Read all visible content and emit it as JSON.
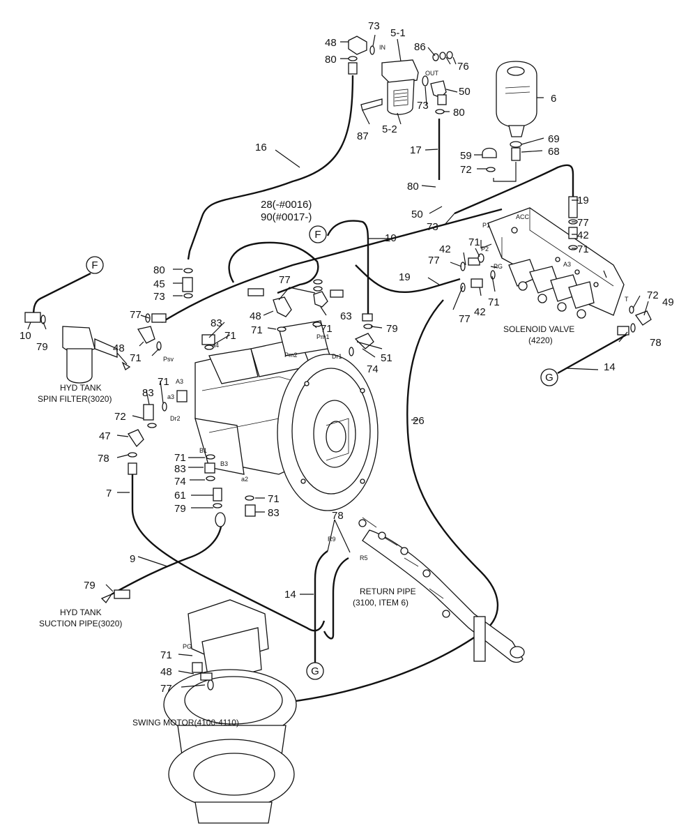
{
  "callouts": [
    {
      "id": "c48a",
      "text": "48"
    },
    {
      "id": "c80a",
      "text": "80"
    },
    {
      "id": "c73a",
      "text": "73"
    },
    {
      "id": "c51h",
      "text": "5-1"
    },
    {
      "id": "c86",
      "text": "86"
    },
    {
      "id": "c76",
      "text": "76"
    },
    {
      "id": "c50a",
      "text": "50"
    },
    {
      "id": "c73b",
      "text": "73"
    },
    {
      "id": "c80b",
      "text": "80"
    },
    {
      "id": "c87",
      "text": "87"
    },
    {
      "id": "c52h",
      "text": "5-2"
    },
    {
      "id": "c6",
      "text": "6"
    },
    {
      "id": "c69",
      "text": "69"
    },
    {
      "id": "c68",
      "text": "68"
    },
    {
      "id": "c16",
      "text": "16"
    },
    {
      "id": "c17",
      "text": "17"
    },
    {
      "id": "c59",
      "text": "59"
    },
    {
      "id": "c72a",
      "text": "72"
    },
    {
      "id": "c80c",
      "text": "80"
    },
    {
      "id": "c19a",
      "text": "19"
    },
    {
      "id": "c50b",
      "text": "50"
    },
    {
      "id": "c73c",
      "text": "73"
    },
    {
      "id": "c77a",
      "text": "77"
    },
    {
      "id": "c42a",
      "text": "42"
    },
    {
      "id": "c71a",
      "text": "71"
    },
    {
      "id": "c28",
      "text": "28(-#0016)"
    },
    {
      "id": "c90",
      "text": "90(#0017-)"
    },
    {
      "id": "c10a",
      "text": "10"
    },
    {
      "id": "c80d",
      "text": "80"
    },
    {
      "id": "c45",
      "text": "45"
    },
    {
      "id": "c73d",
      "text": "73"
    },
    {
      "id": "c42b",
      "text": "42"
    },
    {
      "id": "c71b",
      "text": "71"
    },
    {
      "id": "c77b",
      "text": "77"
    },
    {
      "id": "c19b",
      "text": "19"
    },
    {
      "id": "c77c",
      "text": "77"
    },
    {
      "id": "c48b",
      "text": "48"
    },
    {
      "id": "c63",
      "text": "63"
    },
    {
      "id": "c72b",
      "text": "72"
    },
    {
      "id": "c49",
      "text": "49"
    },
    {
      "id": "c77d",
      "text": "77"
    },
    {
      "id": "c42c",
      "text": "42"
    },
    {
      "id": "c71c",
      "text": "71"
    },
    {
      "id": "c10b",
      "text": "10"
    },
    {
      "id": "c79a",
      "text": "79"
    },
    {
      "id": "c77e",
      "text": "77"
    },
    {
      "id": "c71d",
      "text": "71"
    },
    {
      "id": "c71e",
      "text": "71"
    },
    {
      "id": "c79b",
      "text": "79"
    },
    {
      "id": "c83a",
      "text": "83"
    },
    {
      "id": "c71f",
      "text": "71"
    },
    {
      "id": "c48c",
      "text": "48"
    },
    {
      "id": "c71g",
      "text": "71"
    },
    {
      "id": "c78a",
      "text": "78"
    },
    {
      "id": "c74a",
      "text": "74"
    },
    {
      "id": "c51",
      "text": "51"
    },
    {
      "id": "c14a",
      "text": "14"
    },
    {
      "id": "c83b",
      "text": "83"
    },
    {
      "id": "c71h",
      "text": "71"
    },
    {
      "id": "c72c",
      "text": "72"
    },
    {
      "id": "c47",
      "text": "47"
    },
    {
      "id": "c26",
      "text": "26"
    },
    {
      "id": "c78b",
      "text": "78"
    },
    {
      "id": "c71i",
      "text": "71"
    },
    {
      "id": "c83c",
      "text": "83"
    },
    {
      "id": "c74b",
      "text": "74"
    },
    {
      "id": "c7",
      "text": "7"
    },
    {
      "id": "c61",
      "text": "61"
    },
    {
      "id": "c79c",
      "text": "79"
    },
    {
      "id": "c71j",
      "text": "71"
    },
    {
      "id": "c83d",
      "text": "83"
    },
    {
      "id": "c78c",
      "text": "78"
    },
    {
      "id": "c9",
      "text": "9"
    },
    {
      "id": "c79d",
      "text": "79"
    },
    {
      "id": "c14b",
      "text": "14"
    },
    {
      "id": "c71k",
      "text": "71"
    },
    {
      "id": "c48d",
      "text": "48"
    },
    {
      "id": "c77f",
      "text": "77"
    }
  ],
  "ports": [
    {
      "id": "pIN",
      "text": "IN"
    },
    {
      "id": "pOUT",
      "text": "OUT"
    },
    {
      "id": "pACC",
      "text": "ACC"
    },
    {
      "id": "pP1",
      "text": "P1"
    },
    {
      "id": "pP2",
      "text": "P2"
    },
    {
      "id": "pPG",
      "text": "PG"
    },
    {
      "id": "pA3b",
      "text": "A3"
    },
    {
      "id": "pT",
      "text": "T"
    },
    {
      "id": "pPm1",
      "text": "Pm1"
    },
    {
      "id": "pPm2",
      "text": "Pm2"
    },
    {
      "id": "pDr1",
      "text": "Dr1"
    },
    {
      "id": "pPsv",
      "text": "Psv"
    },
    {
      "id": "pa4",
      "text": "a4"
    },
    {
      "id": "pA3",
      "text": "A3"
    },
    {
      "id": "pa3",
      "text": "a3"
    },
    {
      "id": "pDr2",
      "text": "Dr2"
    },
    {
      "id": "pB1",
      "text": "B1"
    },
    {
      "id": "pB3",
      "text": "B3"
    },
    {
      "id": "pa2",
      "text": "a2"
    },
    {
      "id": "pR9",
      "text": "R9"
    },
    {
      "id": "pR5",
      "text": "R5"
    },
    {
      "id": "pPG2",
      "text": "PG"
    }
  ],
  "connectors": [
    {
      "id": "F1",
      "text": "F"
    },
    {
      "id": "F2",
      "text": "F"
    },
    {
      "id": "G1",
      "text": "G"
    },
    {
      "id": "G2",
      "text": "G"
    }
  ],
  "labels": {
    "solenoid_1": "SOLENOID VALVE",
    "solenoid_2": "(4220)",
    "spin_1": "HYD TANK",
    "spin_2": "SPIN FILTER(3020)",
    "suction_1": "HYD TANK",
    "suction_2": "SUCTION PIPE(3020)",
    "return_1": "RETURN PIPE",
    "return_2": "(3100, ITEM 6)",
    "swing": "SWING MOTOR(4100-4110)"
  }
}
